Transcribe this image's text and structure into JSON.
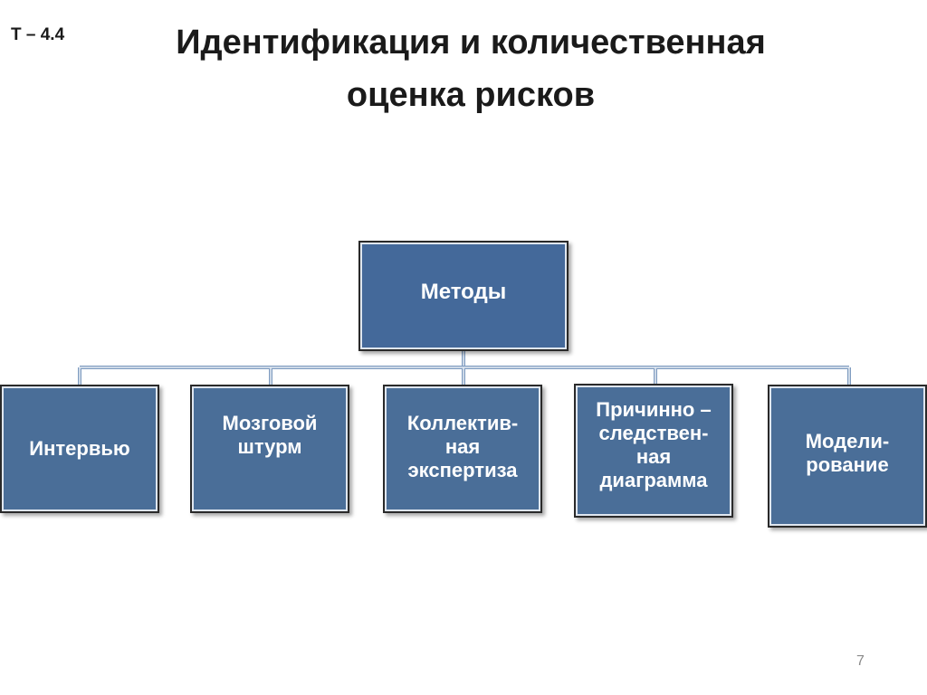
{
  "slide": {
    "code": "Т – 4.4",
    "title_lines": [
      "Идентификация и количественная",
      "оценка рисков"
    ],
    "page_number": "7"
  },
  "diagram": {
    "root": {
      "lines": [
        "Методы"
      ]
    },
    "children": [
      {
        "lines": [
          "Интервью"
        ]
      },
      {
        "lines": [
          "Мозговой",
          "штурм"
        ]
      },
      {
        "lines": [
          "Коллектив-",
          "ная",
          "экспертиза"
        ]
      },
      {
        "lines": [
          "Причинно –",
          "следствен-",
          "ная",
          "диаграмма"
        ]
      },
      {
        "lines": [
          "Модели-",
          "рование"
        ]
      }
    ]
  },
  "colors": {
    "node_fill": "#4a6e98",
    "node_border": "#2a2a2a",
    "connector": "#7f9cc0"
  }
}
